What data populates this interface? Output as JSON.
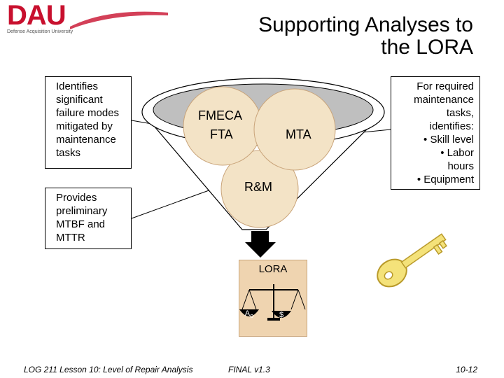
{
  "logo": {
    "letters": "DAU",
    "tagline": "Defense Acquisition University"
  },
  "title": {
    "line1": "Supporting Analyses to",
    "line2": "the LORA"
  },
  "left_boxes": {
    "modes": [
      "Identifies",
      "significant",
      "failure modes",
      "mitigated by",
      "maintenance",
      "tasks"
    ],
    "mtbf": [
      "Provides",
      "preliminary",
      "MTBF and",
      "MTTR"
    ]
  },
  "right_box": {
    "lines": [
      "For required",
      "maintenance",
      "tasks,",
      "identifies:"
    ],
    "bullets": [
      "Skill level",
      "Labor",
      "hours",
      "Equipment"
    ]
  },
  "funnel": {
    "fmeca": "FMECA",
    "fta": "FTA",
    "mta": "MTA",
    "rm": "R&M"
  },
  "lora": {
    "label": "LORA",
    "left_pan": "A",
    "left_pan_sub": "o",
    "right_pan": "$"
  },
  "footer": {
    "course": "LOG 211 Lesson 10: Level of Repair Analysis",
    "version": "FINAL v1.3",
    "page": "10-12"
  },
  "colors": {
    "dau_red": "#c8102e",
    "circle_fill": "#f3e3c6",
    "lora_fill": "#efd4b0",
    "funnel_rim": "#bfbfbf"
  },
  "icons": [
    "key-icon",
    "arrow-down-icon",
    "balance-scale-icon"
  ]
}
